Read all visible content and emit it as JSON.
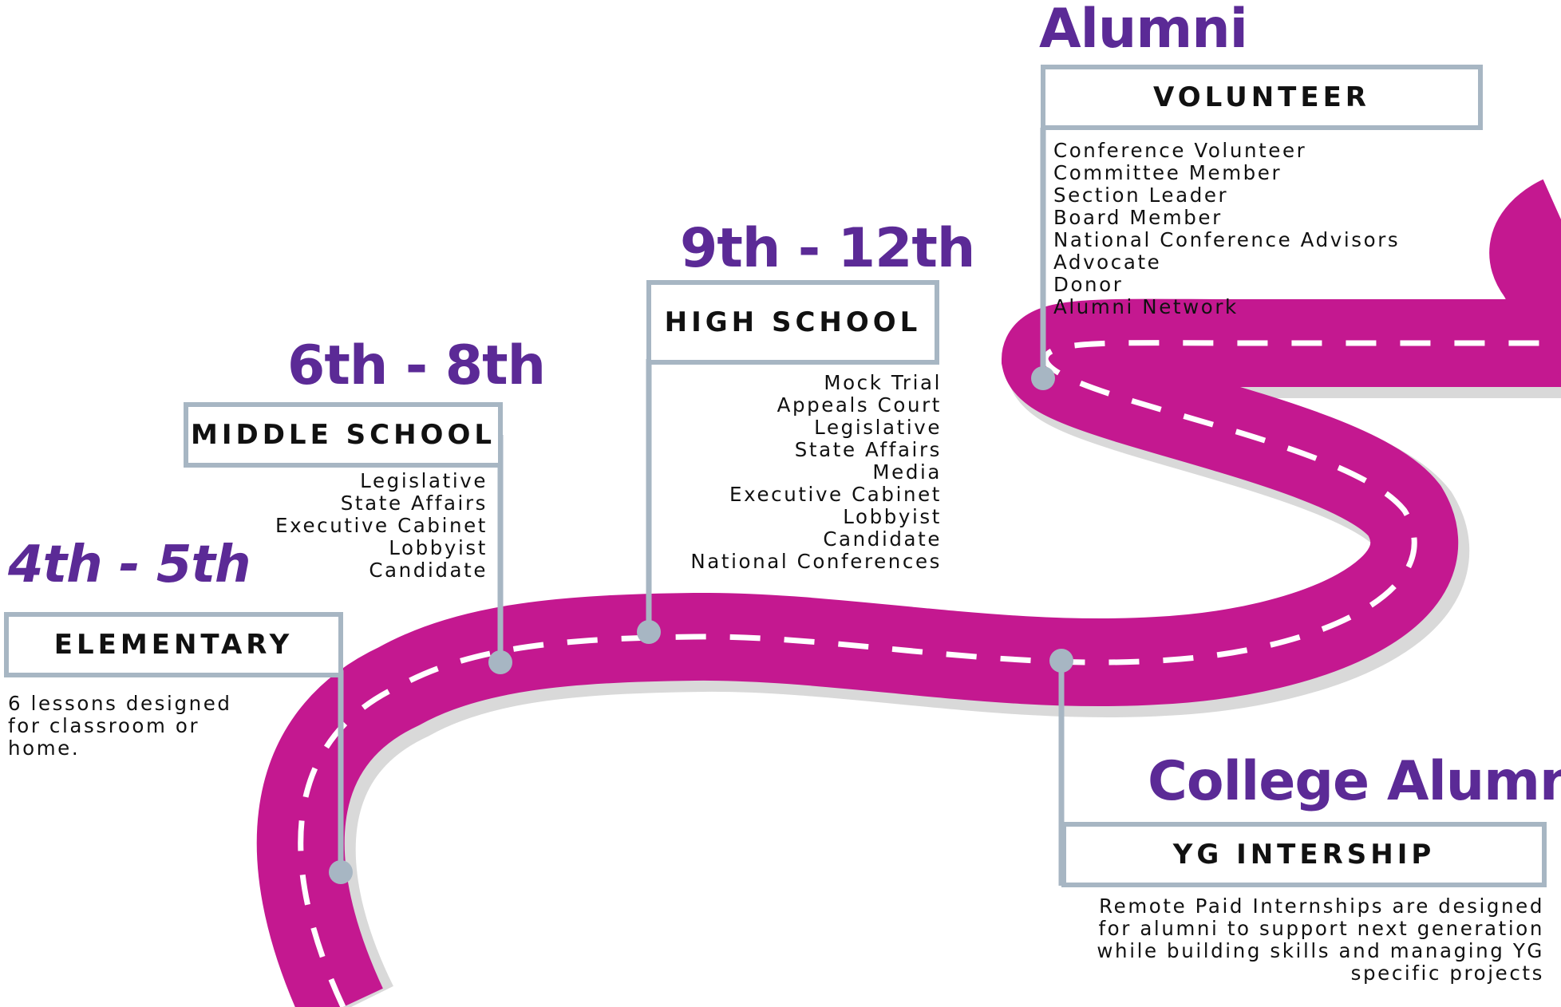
{
  "stages": {
    "elementary": {
      "grade": "4th - 5th",
      "title": "ELEMENTARY",
      "description": "6 lessons designed for classroom or home."
    },
    "middle_school": {
      "grade": "6th - 8th",
      "title": "MIDDLE SCHOOL",
      "items": [
        "Legislative",
        "State Affairs",
        "Executive Cabinet",
        "Lobbyist",
        "Candidate"
      ]
    },
    "high_school": {
      "grade": "9th - 12th",
      "title": "HIGH SCHOOL",
      "items": [
        "Mock Trial",
        "Appeals Court",
        "Legislative",
        "State Affairs",
        "Media",
        "Executive Cabinet",
        "Lobbyist",
        "Candidate",
        "National Conferences"
      ]
    },
    "college_alumni": {
      "grade": "College Alumni",
      "title": "YG INTERSHIP",
      "description": "Remote Paid Internships are designed for alumni to support next generation while building skills and managing YG specific projects"
    },
    "alumni": {
      "grade": "Alumni",
      "title": "VOLUNTEER",
      "items": [
        "Conference Volunteer",
        "Committee Member",
        "Section Leader",
        "Board Member",
        "National Conference Advisors",
        "Advocate",
        "Donor",
        "Alumni Network"
      ]
    }
  },
  "colors": {
    "road": "#c41890",
    "road_shadow": "#d9d9d9",
    "stage_title": "#5b2a96",
    "connector": "#a7b6c3",
    "lane_marking": "#ffffff"
  }
}
